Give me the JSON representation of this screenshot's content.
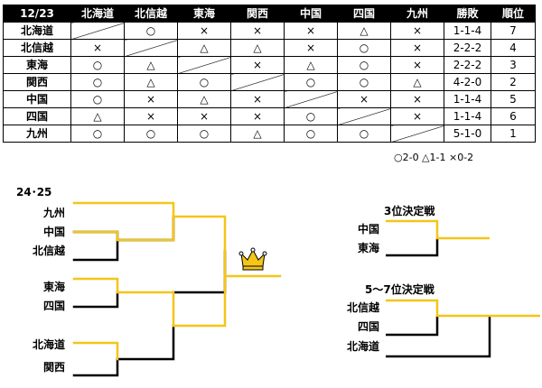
{
  "table": {
    "corner": "12/23",
    "teams": [
      "北海道",
      "北信越",
      "東海",
      "関西",
      "中国",
      "四国",
      "九州"
    ],
    "win_loss_header": "勝敗",
    "rank_header": "順位",
    "rows": [
      {
        "team": "北海道",
        "results": [
          "",
          "○",
          "×",
          "×",
          "×",
          "△",
          "×"
        ],
        "record": "1-1-4",
        "rank": "7"
      },
      {
        "team": "北信越",
        "results": [
          "×",
          "",
          "△",
          "△",
          "×",
          "○",
          "×"
        ],
        "record": "2-2-2",
        "rank": "4"
      },
      {
        "team": "東海",
        "results": [
          "○",
          "△",
          "",
          "×",
          "△",
          "○",
          "×"
        ],
        "record": "2-2-2",
        "rank": "3"
      },
      {
        "team": "関西",
        "results": [
          "○",
          "△",
          "○",
          "",
          "○",
          "○",
          "△"
        ],
        "record": "4-2-0",
        "rank": "2"
      },
      {
        "team": "中国",
        "results": [
          "○",
          "×",
          "△",
          "×",
          "",
          "×",
          "×"
        ],
        "record": "1-1-4",
        "rank": "5"
      },
      {
        "team": "四国",
        "results": [
          "△",
          "×",
          "×",
          "×",
          "○",
          "",
          "×"
        ],
        "record": "1-1-4",
        "rank": "6"
      },
      {
        "team": "九州",
        "results": [
          "○",
          "○",
          "○",
          "△",
          "○",
          "○",
          ""
        ],
        "record": "5-1-0",
        "rank": "1"
      }
    ]
  },
  "legend": "○2-0  △1-1  ×0-2",
  "bracket": {
    "date": "24･25",
    "main_teams": [
      "九州",
      "中国",
      "北信越",
      "東海",
      "四国",
      "北海道",
      "関西"
    ],
    "third_place_title": "3位決定戦",
    "third_place_teams": [
      "中国",
      "東海"
    ],
    "fifth_place_title": "5～7位決定戦",
    "fifth_place_teams": [
      "北信越",
      "四国",
      "北海道"
    ]
  },
  "colors": {
    "winner_line": "#f5c518",
    "line": "#000000",
    "crown": "#f5c518"
  },
  "icons": {
    "trophy": "crown-icon"
  }
}
